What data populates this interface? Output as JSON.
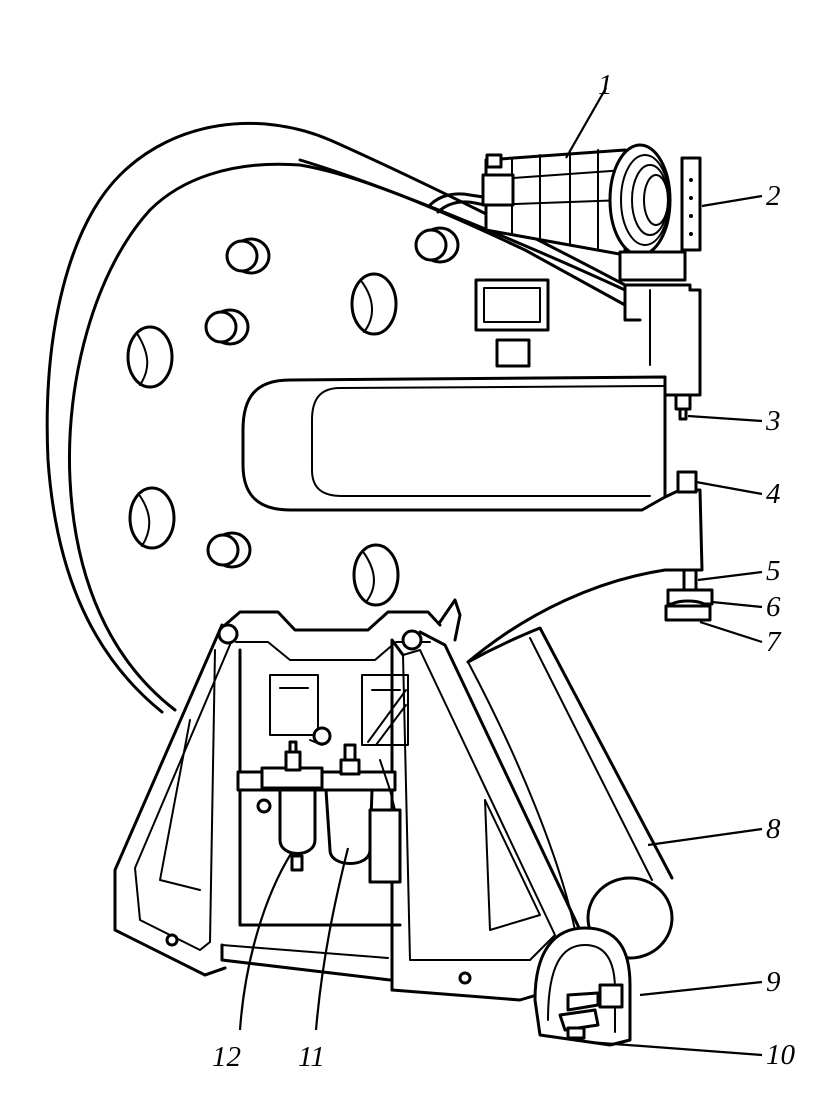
{
  "figure": {
    "labels": [
      "1",
      "2",
      "3",
      "4",
      "5",
      "6",
      "7",
      "8",
      "9",
      "10",
      "11",
      "12"
    ]
  }
}
